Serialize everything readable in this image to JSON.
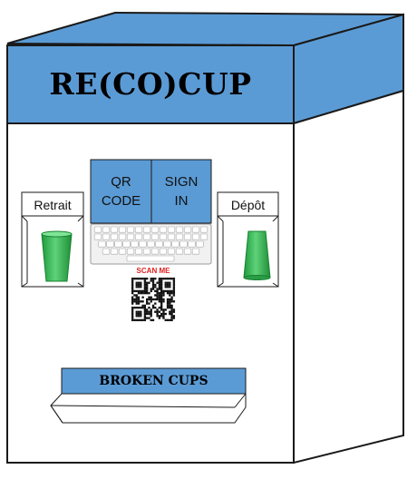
{
  "machine": {
    "title": "RE(CO)CUP",
    "colors": {
      "accent": "#5b9bd5",
      "outline": "#1a1a1a",
      "cup": "#2fb84f"
    }
  },
  "screen": {
    "qr_button_label": "QR\nCODE",
    "sign_in_button_label": "SIGN\nIN"
  },
  "withdraw_slot": {
    "label": "Retrait",
    "icon": "green-cup-icon"
  },
  "deposit_slot": {
    "label": "Dépôt",
    "icon": "green-cup-upside-down-icon"
  },
  "qr": {
    "label": "SCAN ME",
    "icon": "qr-code-icon"
  },
  "keyboard": {
    "icon": "keyboard-icon"
  },
  "broken_cups": {
    "label": "BROKEN CUPS"
  }
}
